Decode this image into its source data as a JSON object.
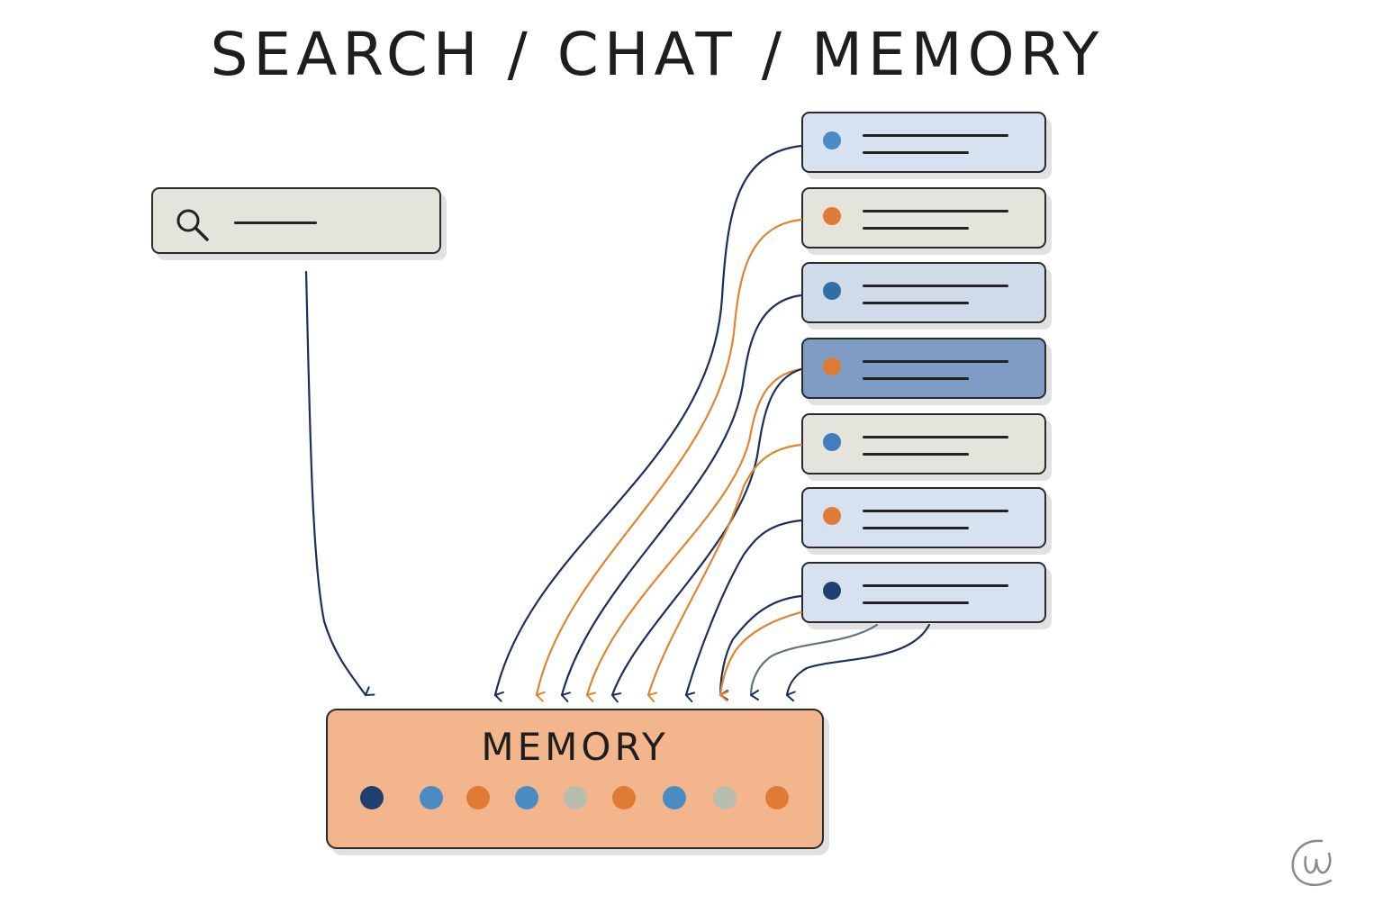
{
  "title": "SEARCH / CHAT / MEMORY",
  "memory": {
    "label": "MEMORY",
    "dot_colors": [
      "#1f3f6e",
      "#4a8bc4",
      "#e07b35",
      "#4a8bc4",
      "#b9bdb0",
      "#e07b35",
      "#4a8bc4",
      "#b9bdb0",
      "#e07b35"
    ]
  },
  "colors": {
    "navy": "#1a2f5c",
    "orange": "#e0852f",
    "slate": "#5f7478",
    "search_fill": "#e4e4dc",
    "memory_fill": "#f2b58c"
  },
  "chat_messages": [
    {
      "fill": "#d6e2ef",
      "dot": "#4a8bc4"
    },
    {
      "fill": "#e4e4dc",
      "dot": "#e07b35"
    },
    {
      "fill": "#d0dbea",
      "dot": "#2f6fa6"
    },
    {
      "fill": "#7e9cc4",
      "dot": "#e07b35"
    },
    {
      "fill": "#e4e4dc",
      "dot": "#3f7fbf"
    },
    {
      "fill": "#d6e2ef",
      "dot": "#e07b35"
    },
    {
      "fill": "#d6e2ef",
      "dot": "#1f3f6e"
    }
  ],
  "icons": [
    "search-icon",
    "arrow-icon",
    "logo-mark"
  ]
}
